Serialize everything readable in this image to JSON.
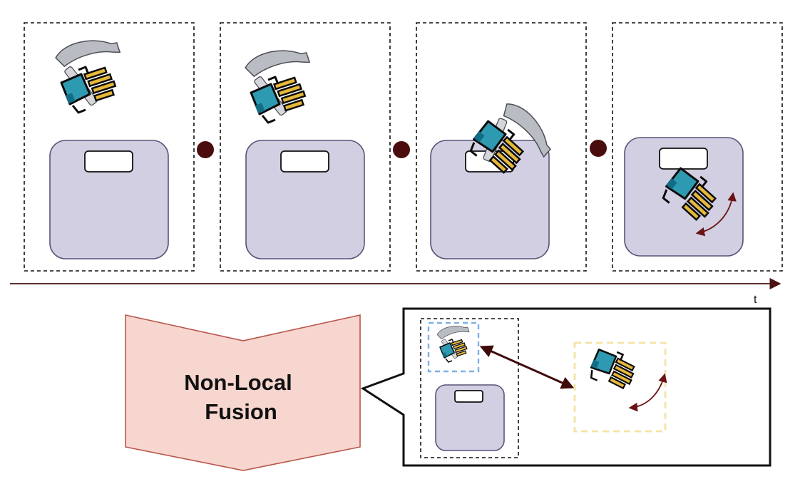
{
  "timeline": {
    "axis_label": "t",
    "frames": [
      {
        "id": "frame-1",
        "event": "hammer-above-scale"
      },
      {
        "id": "frame-2",
        "event": "hammer-above-scale"
      },
      {
        "id": "frame-3",
        "event": "hammer-on-scale"
      },
      {
        "id": "frame-4",
        "event": "hand-moving-on-scale"
      }
    ]
  },
  "fusion": {
    "label_line1": "Non-Local",
    "label_line2": "Fusion"
  },
  "colors": {
    "scale": "#d2cfe3",
    "fusion_box": "#f7d6d0",
    "arrow": "#4a0c0c",
    "glove": "#2e9ab2",
    "glove_fingers": "#e6b93a",
    "hand_region_box": "#7fb0e6",
    "motion_region_box": "#f4e4a6"
  }
}
